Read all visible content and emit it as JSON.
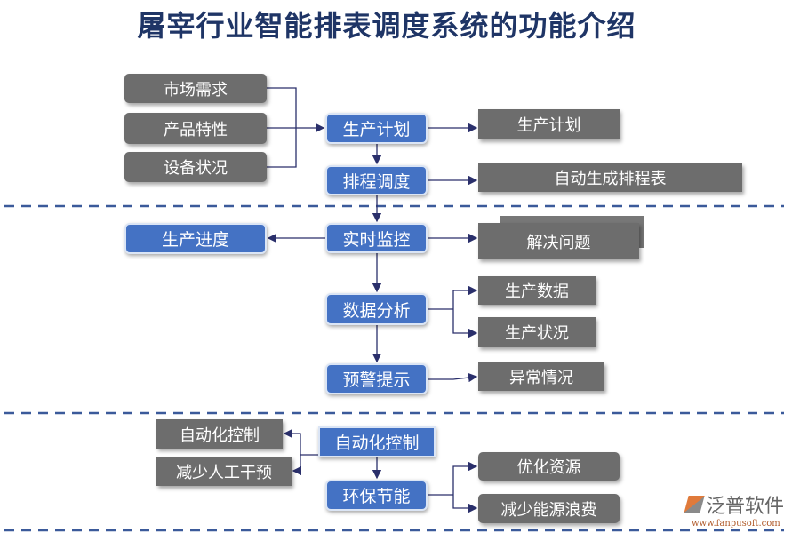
{
  "title": "屠宰行业智能排表调度系统的功能介绍",
  "section1": {
    "inputs": [
      "市场需求",
      "产品特性",
      "设备状况"
    ],
    "plan": "生产计划",
    "schedule": "排程调度",
    "plan_out": "生产计划",
    "schedule_out": "自动生成排程表"
  },
  "section2": {
    "monitor": "实时监控",
    "progress": "生产进度",
    "solve": "解决问题",
    "analysis": "数据分析",
    "data": "生产数据",
    "status": "生产状况",
    "warning": "预警提示",
    "abnormal": "异常情况"
  },
  "section3": {
    "auto": "自动化控制",
    "auto_out": "自动化控制",
    "reduce_labor": "减少人工干预",
    "eco": "环保节能",
    "optimize": "优化资源",
    "reduce_waste": "减少能源浪费"
  },
  "logo": {
    "name": "泛普软件",
    "url": "www.fanpusoft.com"
  },
  "colors": {
    "blue": "#4472c4",
    "gray": "#6d6d6d",
    "title": "#1f3566",
    "line": "#2a2f6b",
    "divider": "#3b5a9a"
  }
}
